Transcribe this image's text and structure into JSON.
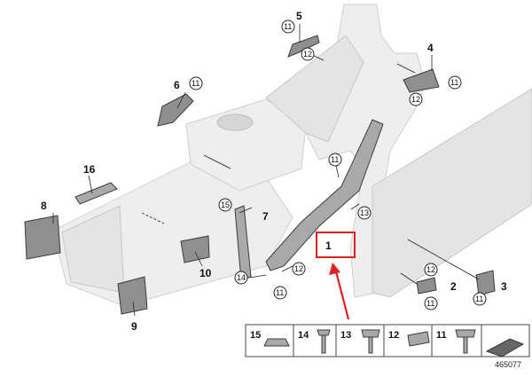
{
  "callouts": {
    "c1": "1",
    "c2": "2",
    "c3": "3",
    "c4": "4",
    "c5": "5",
    "c6": "6",
    "c7": "7",
    "c8": "8",
    "c9": "9",
    "c10": "10",
    "c11": "11",
    "c12": "12",
    "c13": "13",
    "c14": "14",
    "c15": "15",
    "c16": "16"
  },
  "legend": {
    "items": [
      "15",
      "14",
      "13",
      "12",
      "11"
    ]
  },
  "diagram_number": "465077",
  "colors": {
    "highlight_box": "#e02020",
    "arrow": "#e02020",
    "part": "#8f8f8f",
    "body": "#eeeeee"
  }
}
